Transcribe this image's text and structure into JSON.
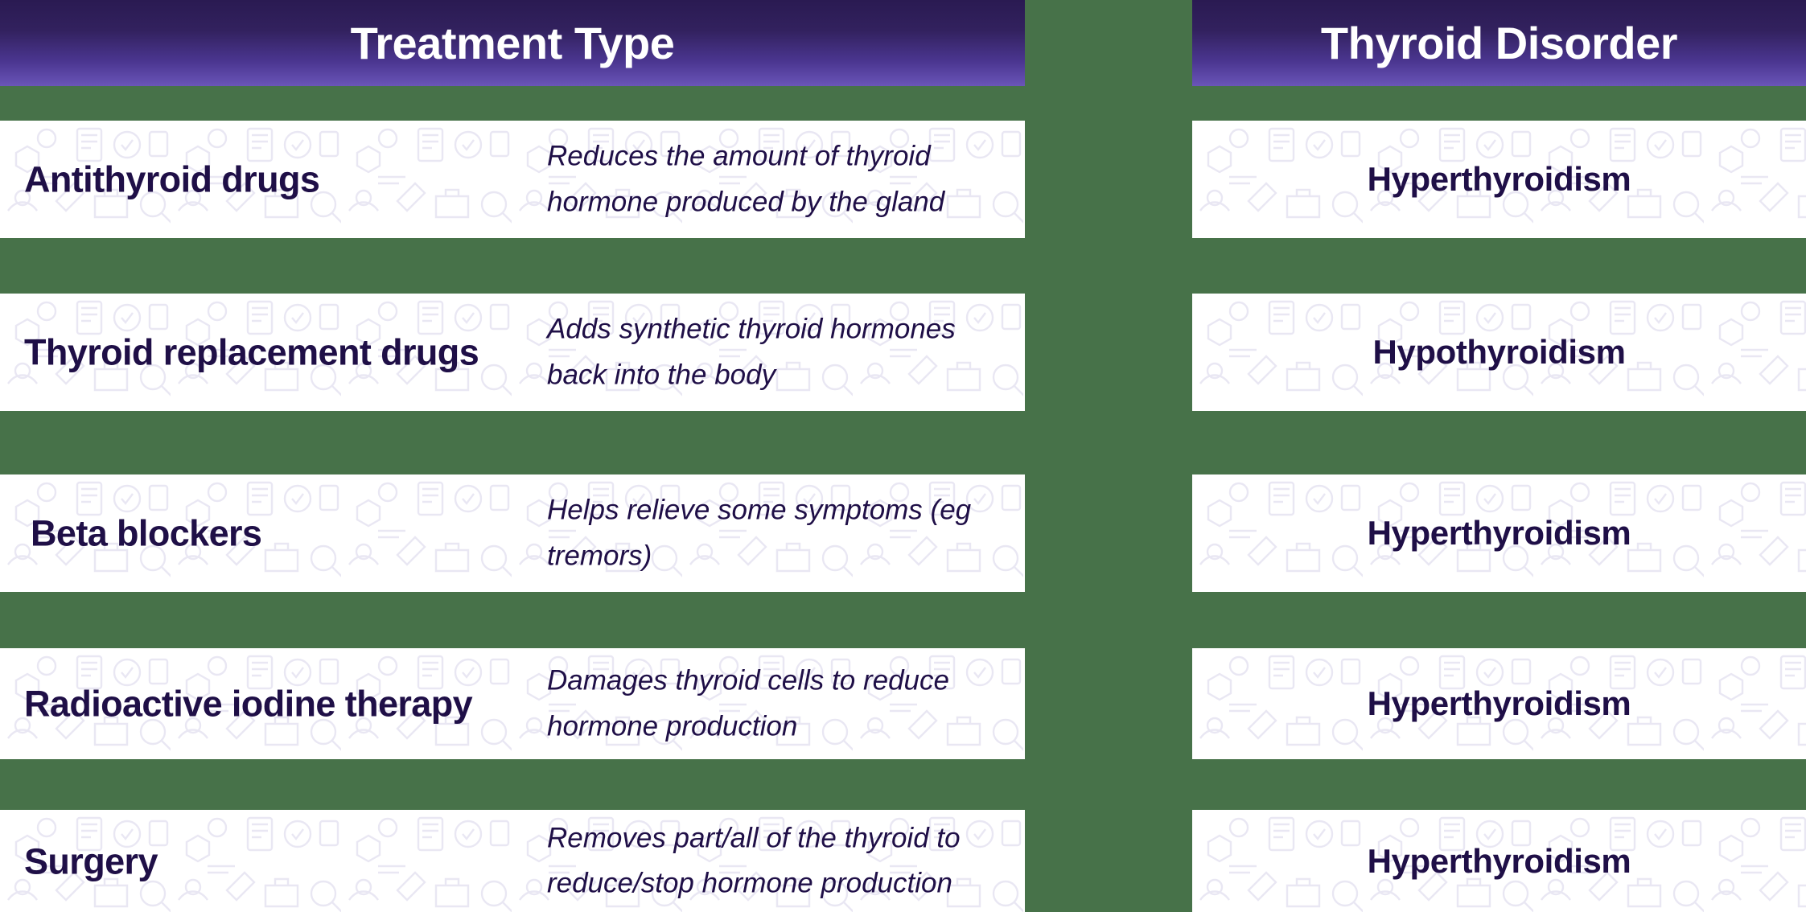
{
  "palette": {
    "background_green": "#477249",
    "header_gradient_top": "#2a1a52",
    "header_gradient_bottom": "#6a55b8",
    "card_white": "#ffffff",
    "text_navy_purple": "#1f0f47",
    "pattern_lavender": "#eceaf5"
  },
  "headers": {
    "left": "Treatment Type",
    "right": "Thyroid Disorder"
  },
  "rows": [
    {
      "treatment": "Antithyroid drugs",
      "description": "Reduces the amount of thyroid hormone produced by the gland",
      "disorder": "Hyperthyroidism"
    },
    {
      "treatment": "Thyroid replacement drugs",
      "description": "Adds synthetic thyroid hormones back into the body",
      "disorder": "Hypothyroidism"
    },
    {
      "treatment": "Beta blockers",
      "description": "Helps relieve some symptoms (eg tremors)",
      "disorder": "Hyperthyroidism"
    },
    {
      "treatment": "Radioactive iodine therapy",
      "description": "Damages thyroid cells to reduce hormone production",
      "disorder": "Hyperthyroidism"
    },
    {
      "treatment": "Surgery",
      "description": "Removes part/all of the thyroid to reduce/stop hormone production",
      "disorder": "Hyperthyroidism"
    }
  ],
  "decoration": {
    "pattern_icons": [
      "syringe-icon",
      "handshake-icon",
      "document-icon",
      "clipboard-icon",
      "magnifier-icon",
      "bar-chart-icon",
      "globe-icon",
      "shield-plus-icon",
      "check-circle-icon",
      "person-icon",
      "molecule-icon",
      "monitor-icon",
      "pen-icon",
      "thermometer-icon",
      "heart-icon",
      "first-aid-kit-icon",
      "video-player-icon",
      "org-chart-icon",
      "arrow-growth-icon",
      "mortar-pestle-icon"
    ]
  }
}
